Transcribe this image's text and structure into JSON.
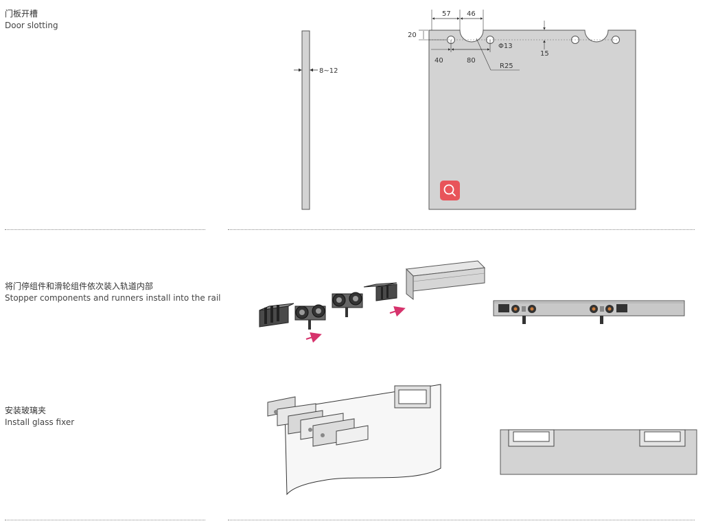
{
  "sections": [
    {
      "title_cn": "门板开槽",
      "title_en": "Door slotting"
    },
    {
      "title_cn": "将门停组件和滑轮组件依次装入轨道内部",
      "title_en": "Stopper components and runners install into the rail"
    },
    {
      "title_cn": "安装玻璃夹",
      "title_en": "Install glass fixer"
    }
  ],
  "dimensions": {
    "thickness": "8~12",
    "d57": "57",
    "d46": "46",
    "d20": "20",
    "d13": "Φ13",
    "d40": "40",
    "d80": "80",
    "d15": "15",
    "r25": "R25"
  },
  "colors": {
    "panel": "#d3d3d3",
    "arrow": "#d6336c",
    "zoom": "#e8545a",
    "rail": "#c8c8c8"
  },
  "icons": {
    "zoom": "magnifier-icon"
  }
}
